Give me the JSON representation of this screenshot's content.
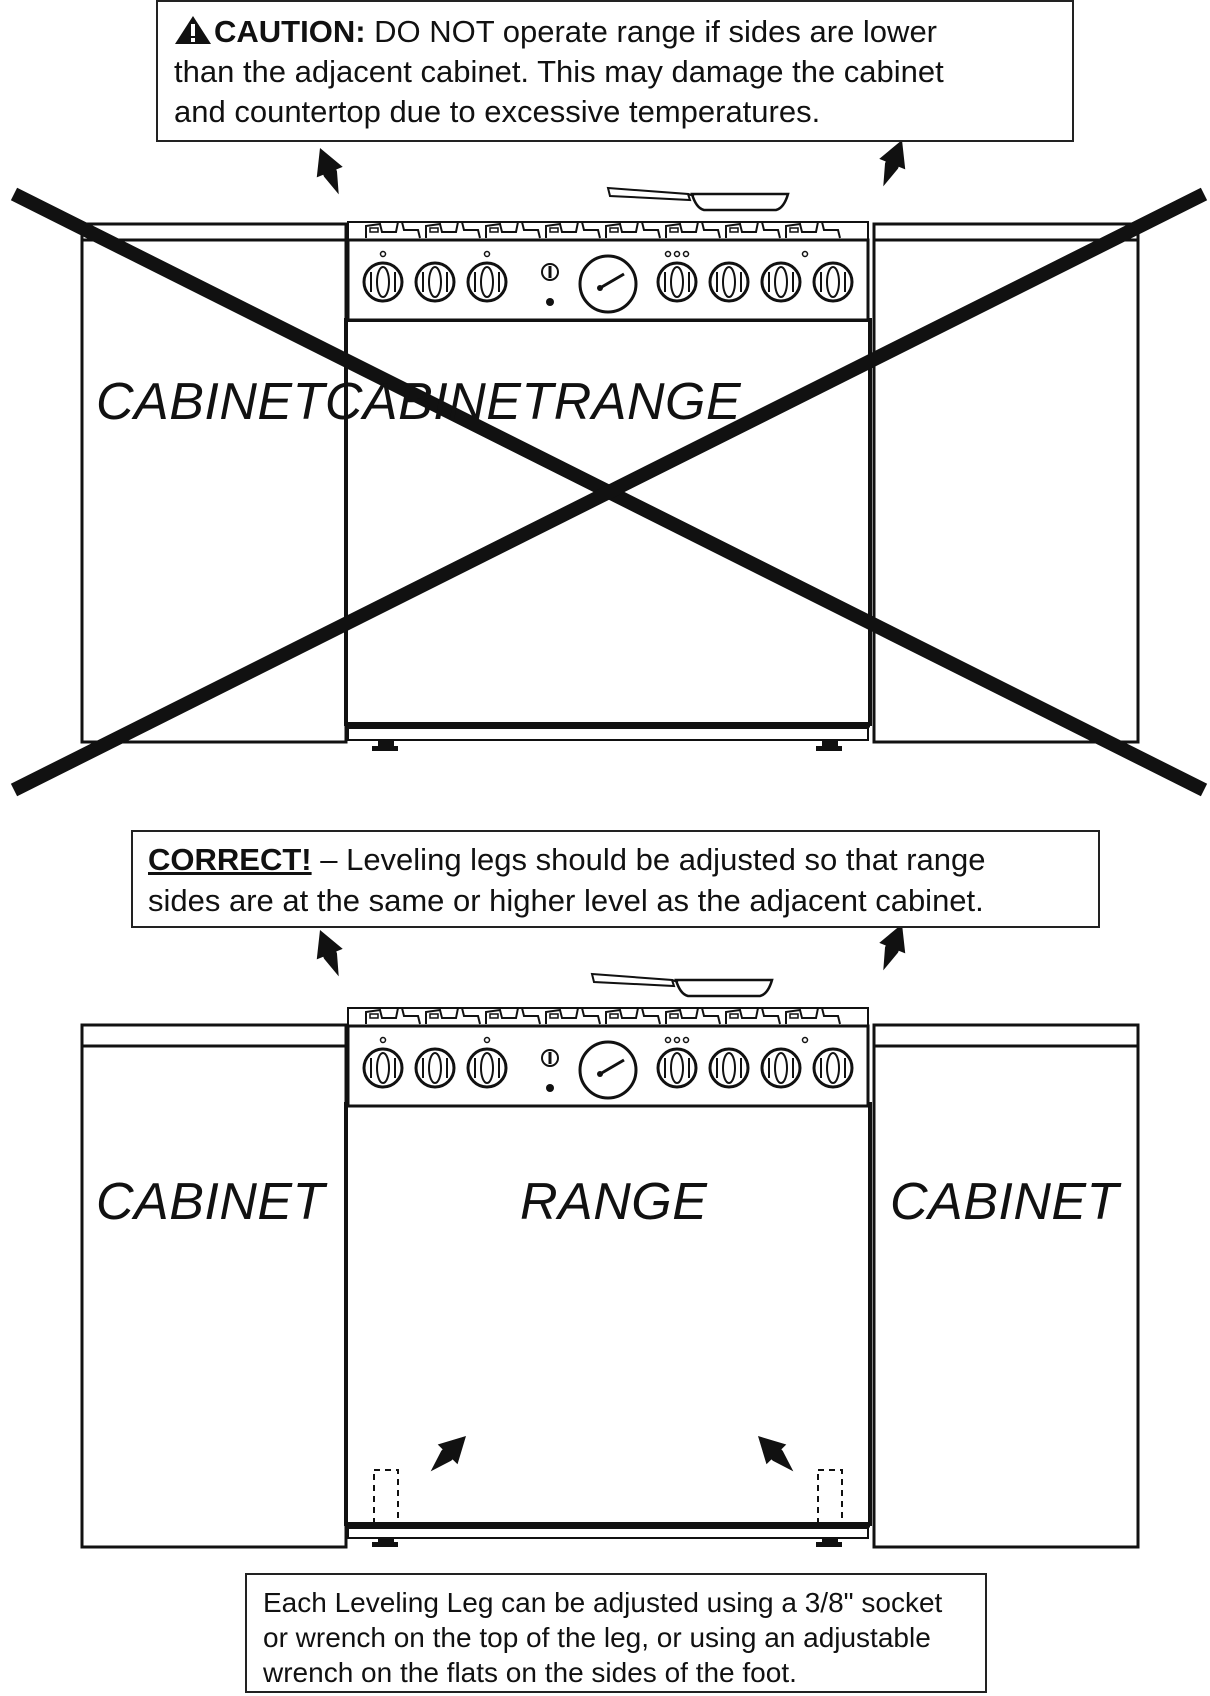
{
  "caution": {
    "title": "CAUTION:",
    "line1": " DO NOT operate range if sides are lower",
    "line2": "than the adjacent cabinet.  This may damage the cabinet",
    "line3": "and countertop due to excessive temperatures."
  },
  "incorrect_diagram": {
    "labels": [
      "CABINET",
      "CABINET",
      "RANGE"
    ]
  },
  "correct": {
    "title": "CORRECT!",
    "line1": " – Leveling legs should be adjusted so that range",
    "line2": "sides are at the same or higher level as the adjacent cabinet."
  },
  "correct_diagram": {
    "left_label": "CABINET",
    "center_label": "RANGE",
    "right_label": "CABINET"
  },
  "leg_note": {
    "line1": "Each Leveling Leg can be adjusted using a 3/8\" socket",
    "line2": "or wrench on the top of the leg, or using an adjustable",
    "line3": "wrench on the flats on the sides of the foot."
  }
}
